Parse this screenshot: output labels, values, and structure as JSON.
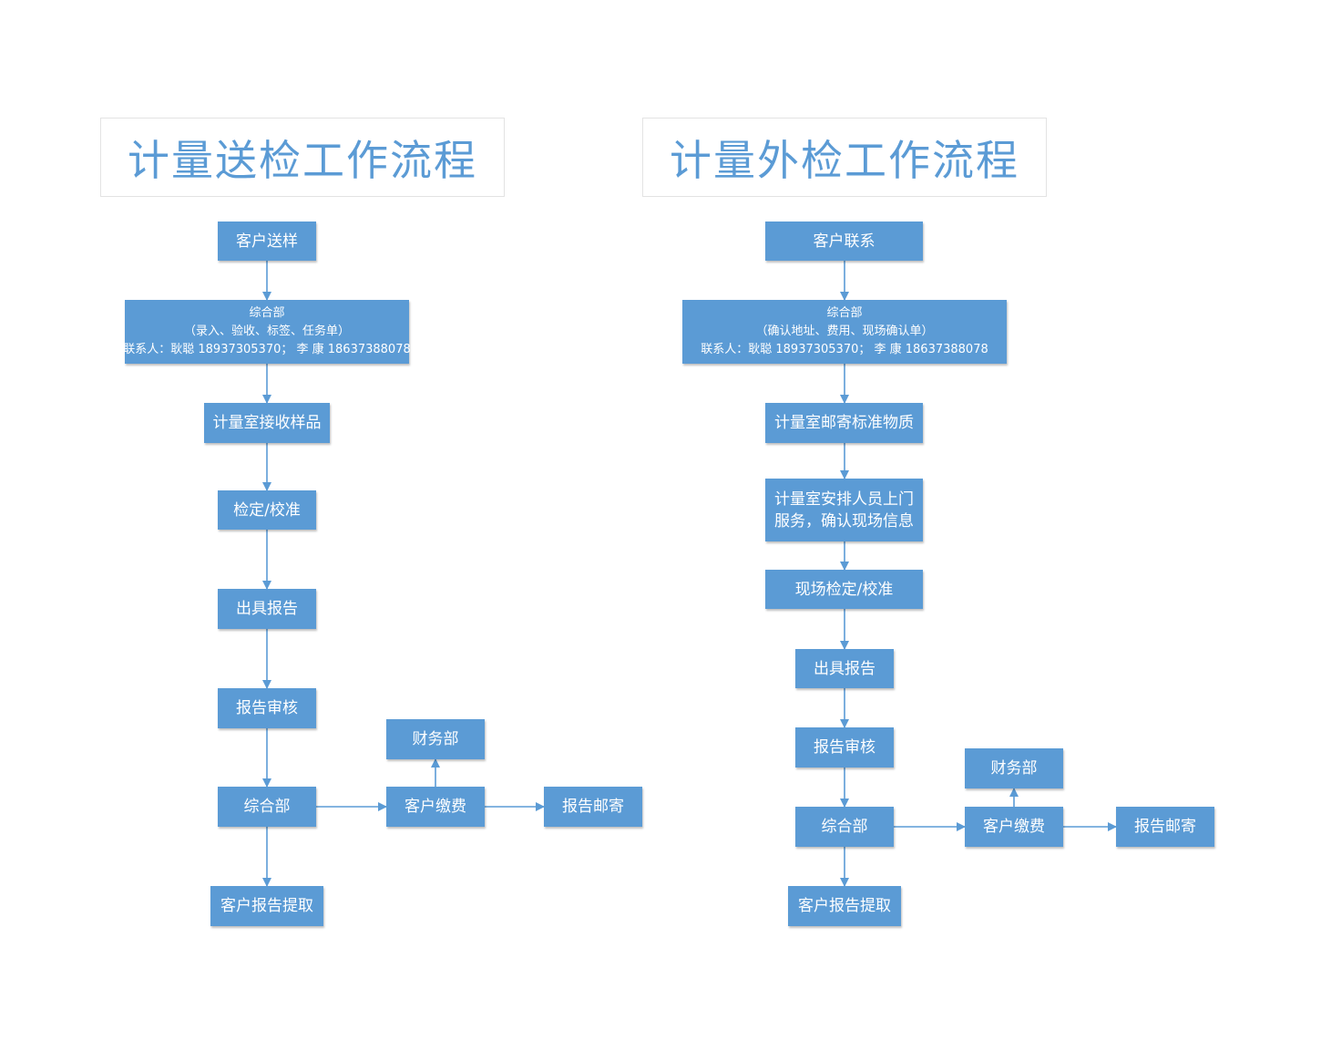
{
  "left": {
    "title": "计量送检工作流程",
    "customer_send": "客户送样",
    "general_dept": {
      "line1": "综合部",
      "line2": "（录入、验收、标签、任务单）",
      "line3": "联系人：耿聪 18937305370； 李 康 18637388078"
    },
    "lab_receive": "计量室接收样品",
    "verify": "检定/校准",
    "issue_report": "出具报告",
    "report_review": "报告审核",
    "general_dept_2": "综合部",
    "customer_pay": "客户缴费",
    "finance": "财务部",
    "report_mail": "报告邮寄",
    "report_pickup": "客户报告提取"
  },
  "right": {
    "title": "计量外检工作流程",
    "customer_contact": "客户联系",
    "general_dept": {
      "line1": "综合部",
      "line2": "（确认地址、费用、现场确认单）",
      "line3": "联系人：耿聪 18937305370；  李 康  18637388078"
    },
    "lab_mail_standard": "计量室邮寄标准物质",
    "lab_arrange": {
      "line1": "计量室安排人员上门",
      "line2": "服务，确认现场信息"
    },
    "onsite_verify": "现场检定/校准",
    "issue_report": "出具报告",
    "report_review": "报告审核",
    "general_dept_2": "综合部",
    "customer_pay": "客户缴费",
    "finance": "财务部",
    "report_mail": "报告邮寄",
    "report_pickup": "客户报告提取"
  },
  "colors": {
    "node_fill": "#5b9bd5",
    "node_text": "#ffffff",
    "title_text": "#5b9bd5",
    "title_border": "#e3e3e3",
    "arrow": "#5b9bd5"
  }
}
